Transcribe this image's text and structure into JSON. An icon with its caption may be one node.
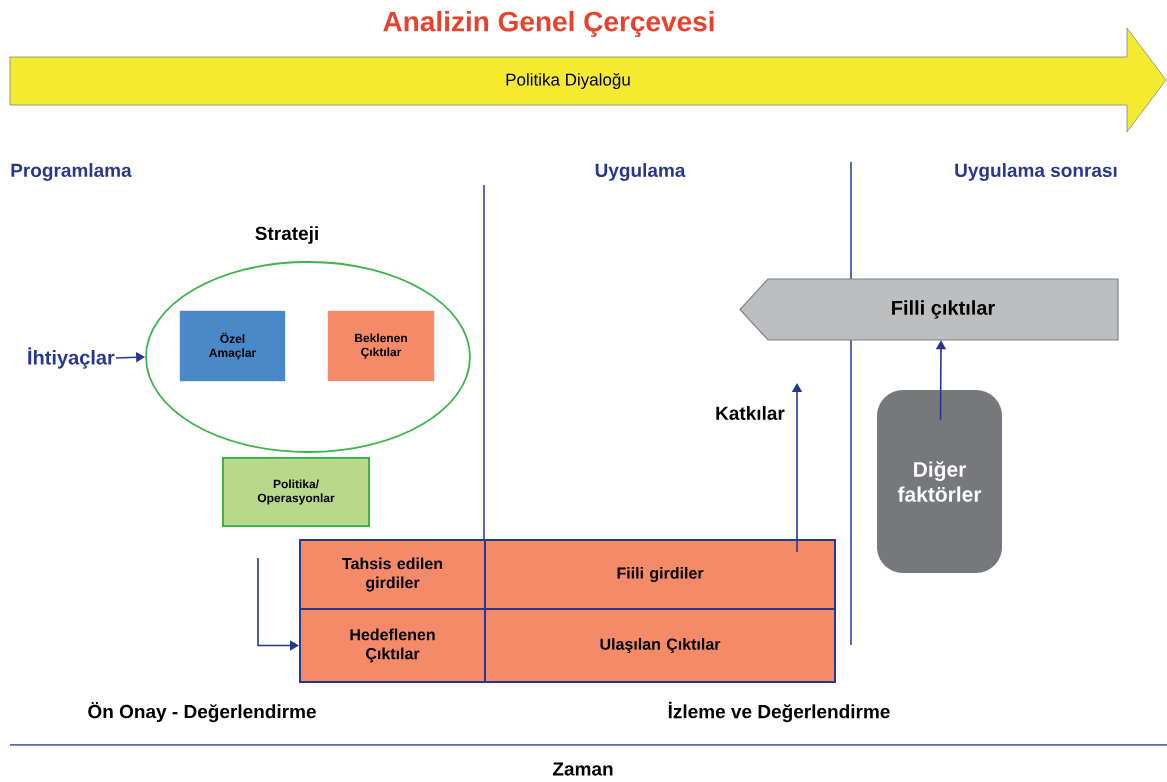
{
  "diagram": {
    "title": "Analizin Genel Çerçevesi",
    "nodes": [
      {
        "text": [
          "Politika Diyaloğu"
        ]
      },
      {
        "text": [
          "İhtiyaçlar"
        ]
      },
      {
        "text": [
          "Strateji"
        ]
      },
      {
        "text": [
          "Özel Amaçlar"
        ],
        "in": 2
      },
      {
        "text": [
          "Beklenen Çıktılar"
        ],
        "in": 2
      },
      {
        "text": [
          "Politika/ Operasyonlar"
        ]
      },
      {
        "text": [
          "Tahsis edilen girdiler"
        ]
      },
      {
        "text": [
          "Fiili girdiler"
        ]
      },
      {
        "text": [
          "Hedeflenen Çıktılar"
        ]
      },
      {
        "text": [
          "Ulaşılan Çıktılar"
        ]
      },
      {
        "text": [
          "Filli çıktılar"
        ]
      },
      {
        "text": [
          "Diğer faktörler"
        ]
      }
    ],
    "edges": [
      {
        "from": 1,
        "to": 2,
        "arrow": "to"
      },
      {
        "from": null,
        "to": 8,
        "arrow": "to"
      },
      {
        "from": 7,
        "to": null,
        "arrow": "to",
        "label": "Katkılar"
      },
      {
        "from": 11,
        "to": 10,
        "arrow": "to"
      }
    ],
    "labels": [
      "Programlama",
      "Uygulama",
      "Uygulama sonrası",
      "Ön Onay - Değerlendirme",
      "İzleme ve Değerlendirme",
      "Zaman"
    ]
  }
}
